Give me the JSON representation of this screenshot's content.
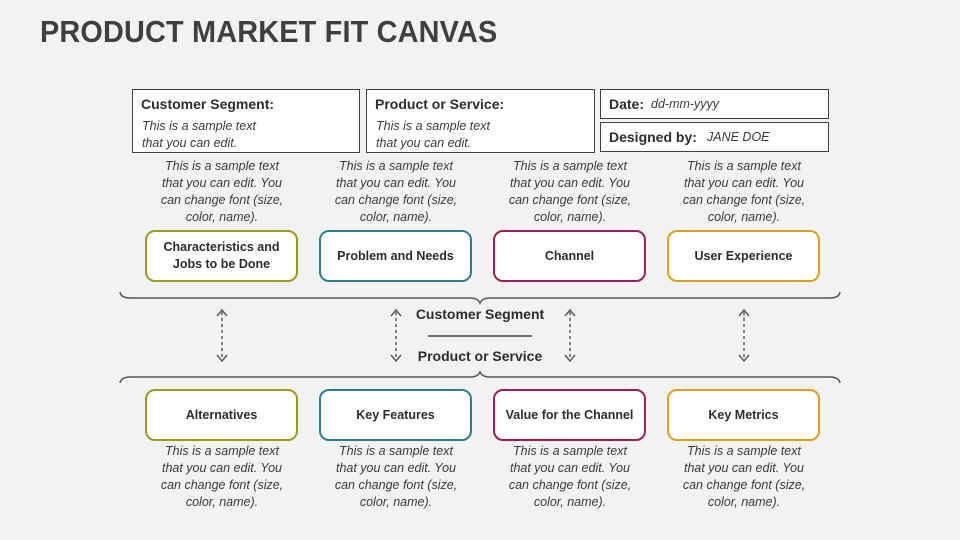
{
  "title": "PRODUCT MARKET FIT CANVAS",
  "header": {
    "customer_segment": {
      "label": "Customer Segment:",
      "text": "This is a sample text\nthat you can edit."
    },
    "product_or_service": {
      "label": "Product or Service:",
      "text": "This is a sample text\nthat you can edit."
    },
    "date": {
      "label": "Date:",
      "value": "dd-mm-yyyy"
    },
    "designed_by": {
      "label": "Designed by:",
      "value": "JANE DOE"
    }
  },
  "sample_description": "This is a sample text\nthat you can edit. You\ncan change font (size,\ncolor, name).",
  "top_cards": [
    {
      "label": "Characteristics and\nJobs to be Done",
      "color": "#9a9a1f",
      "description": "This is a sample text\nthat you can edit. You\ncan change font (size,\ncolor, name)."
    },
    {
      "label": "Problem and Needs",
      "color": "#2e7f8a",
      "description": "This is a sample text\nthat you can edit. You\ncan change font (size,\ncolor, name)."
    },
    {
      "label": "Channel",
      "color": "#9c1f55",
      "description": "This is a sample text\nthat you can edit. You\ncan change font (size,\ncolor, name)."
    },
    {
      "label": "User Experience",
      "color": "#d9a11f",
      "description": "This is a sample text\nthat you can edit. You\ncan change font (size,\ncolor, name)."
    }
  ],
  "middle": {
    "top_label": "Customer Segment",
    "bottom_label": "Product or Service"
  },
  "bottom_cards": [
    {
      "label": "Alternatives",
      "color": "#9a9a1f",
      "description": "This is a sample text\nthat you can edit. You\ncan change font (size,\ncolor, name)."
    },
    {
      "label": "Key Features",
      "color": "#2e7f8a",
      "description": "This is a sample text\nthat you can edit. You\ncan change font (size,\ncolor, name)."
    },
    {
      "label": "Value for the Channel",
      "color": "#9c1f55",
      "description": "This is a sample text\nthat you can edit. You\ncan change font (size,\ncolor, name)."
    },
    {
      "label": "Key Metrics",
      "color": "#d9a11f",
      "description": "This is a sample text\nthat you can edit. You\ncan change font (size,\ncolor, name)."
    }
  ]
}
